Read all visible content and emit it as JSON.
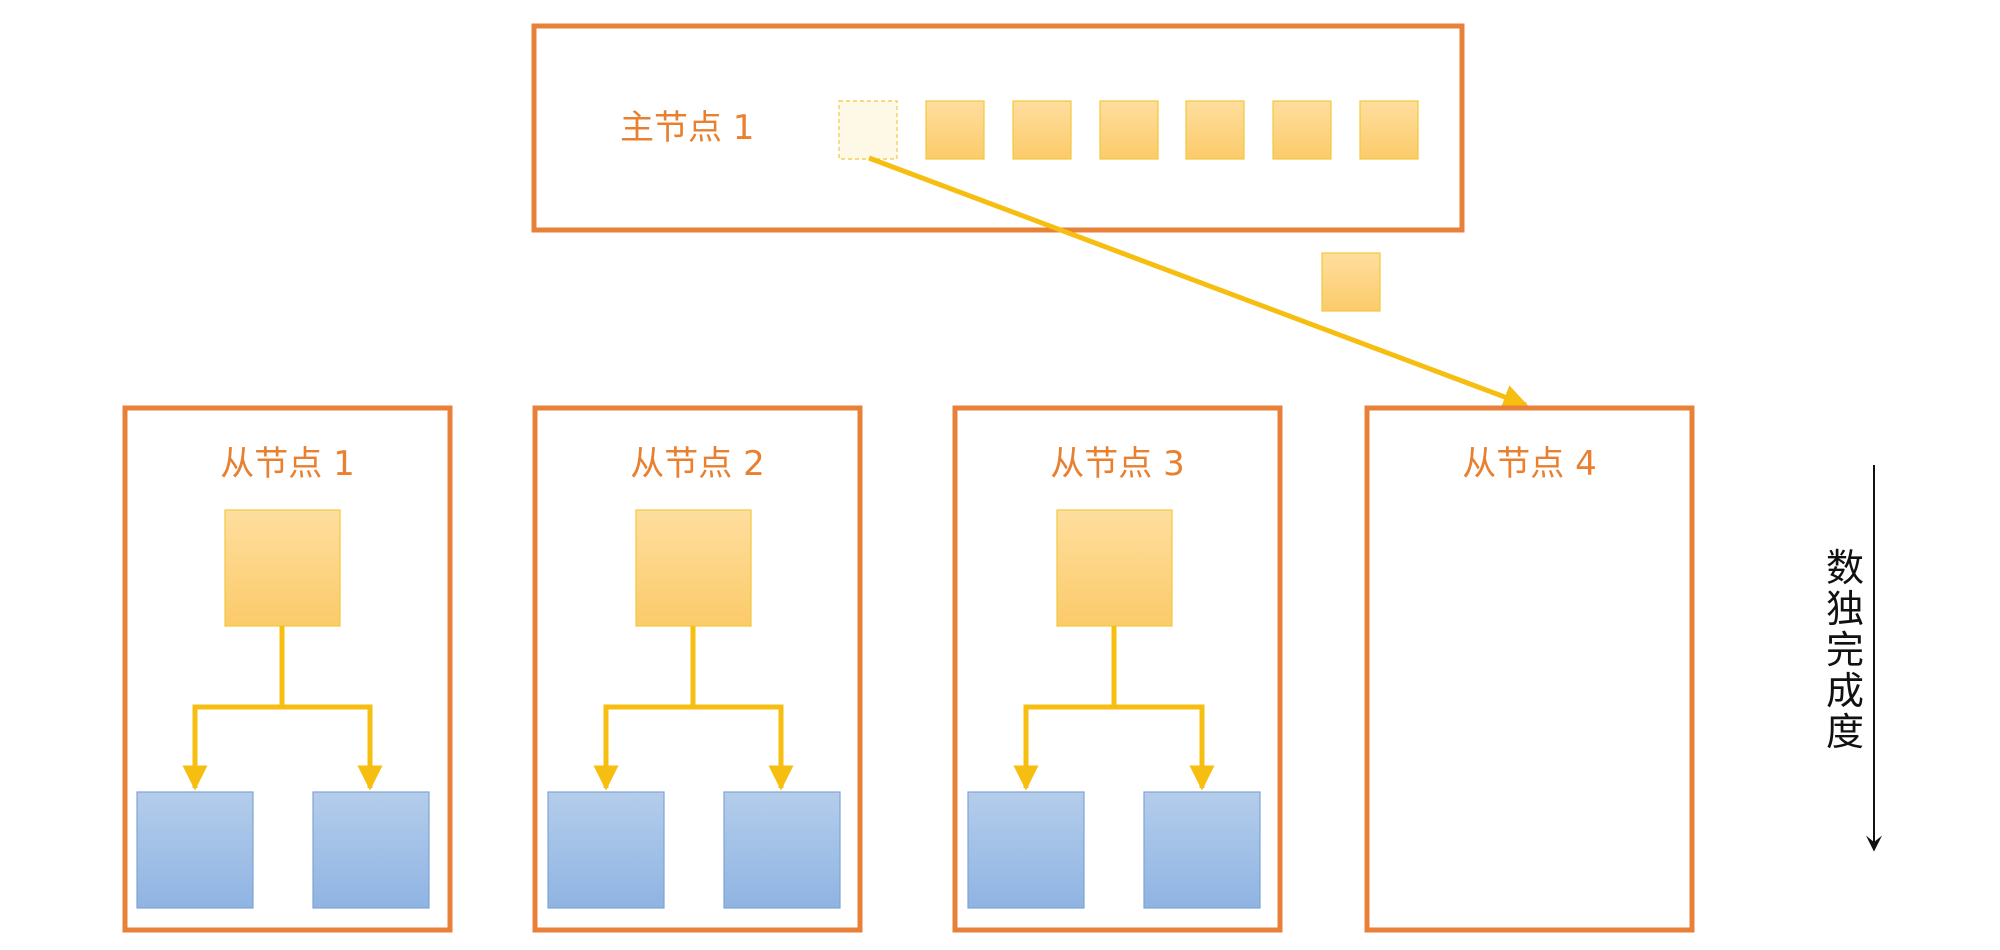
{
  "master": {
    "label": "主节点 1"
  },
  "slaves": [
    {
      "label": "从节点 1"
    },
    {
      "label": "从节点 2"
    },
    {
      "label": "从节点 3"
    },
    {
      "label": "从节点 4"
    }
  ],
  "axis": {
    "label": "数独完成度"
  },
  "colors": {
    "border": "#E8803A",
    "label": "#E88030",
    "arrow": "#F5BE10",
    "task_fill_top": "#FEDE9E",
    "task_fill_bottom": "#FCCB6A",
    "task_stroke": "#F2C83C",
    "moving_task_placeholder": "#FEF8E6",
    "child_fill_top": "#B4CDEB",
    "child_fill_bottom": "#8FB4E2",
    "child_stroke": "#7EA4D6",
    "axis_line": "#111111"
  },
  "icons": {
    "task": "orange-square",
    "child_task": "blue-square"
  }
}
